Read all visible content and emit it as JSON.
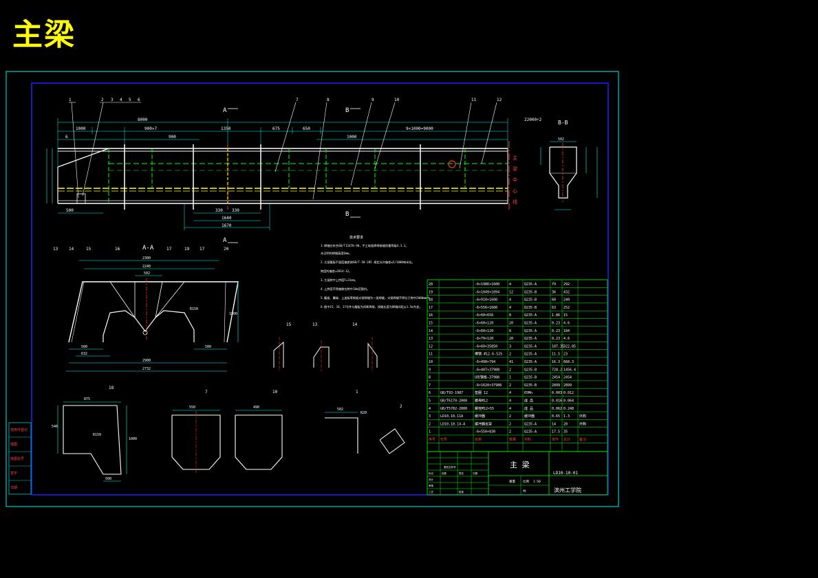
{
  "header": {
    "title": "主梁"
  },
  "colors": {
    "background": "#000000",
    "title": "#ffff00",
    "outer_frame": "#00cccc",
    "inner_frame": "#2020ff",
    "table_lines": "#00ff00",
    "geometry": "#ffffff",
    "dimension": "#00ffff",
    "centerline": "#ff3030",
    "hidden_line": "#00ff00",
    "yellow_line": "#ffff00"
  },
  "views": {
    "main_section_a": "A",
    "main_section_b": "B",
    "section_bb": "B-B",
    "section_aa": "A-A",
    "right_text": [
      "主",
      "梁",
      "中",
      "心",
      "线"
    ]
  },
  "dimensions": {
    "main_total": "8000",
    "main_1000": "1000",
    "main_900x7": "900×7",
    "main_1350": "1350",
    "main_675": "675",
    "main_650": "650",
    "main_9x1000": "9×1000=9000",
    "main_22000": "22000÷2",
    "main_900": "900",
    "main_1000b": "1000",
    "main_500": "500",
    "main_6": "6",
    "main_1640": "1640",
    "main_1670": "1670",
    "main_330a": "330",
    "main_330b": "330",
    "aa_2300": "2300",
    "aa_2240": "2240",
    "aa_502": "502",
    "aa_2900": "2900",
    "aa_2732": "2732",
    "aa_500a": "500",
    "aa_500b": "500",
    "aa_632": "632",
    "aa_1800": "1800",
    "aa_R150": "R150",
    "bb_502": "502",
    "d18_875": "875",
    "d18_R150": "R150",
    "d18_500": "500",
    "d18_546": "546",
    "d18_1000": "1000",
    "d7_550": "550",
    "d10_490": "490",
    "d1_502": "502",
    "d1_R20": "R20"
  },
  "part_labels": [
    "1",
    "2",
    "3",
    "4",
    "5",
    "6",
    "7",
    "8",
    "9",
    "10",
    "11",
    "12",
    "13",
    "14",
    "15",
    "16",
    "17",
    "18",
    "19",
    "20"
  ],
  "notes": {
    "title": "技术要求",
    "lines": [
      "1.焊缝应符合GB/T12470-90，手工电弧焊焊接缝质量等级4.3.2。",
      "  未注明的焊缝高度6mm。",
      "2.主梁腹板平面度偏差按GB/T-50-205 规定允许偏差≤5/1000每米长。",
      "  跨度的偏差±2014-12。",
      "3.主梁跨中上拱度F=31mm。",
      "4.上拱度不得偏移在跨中10m范围内。",
      "5.腹板、翼缘、上盖板等钢板对接焊缝为一类焊缝，对接焊缝不得位于跨中2000mm内。",
      "6.图中15、16、17号件与腹板为间断焊接，接缝长度为焊缝间距以1.5m为宜。"
    ]
  },
  "bom": {
    "headers": [
      "序号",
      "代号",
      "名称",
      "数量",
      "材料",
      "单件",
      "总计",
      "备注"
    ],
    "rows": [
      {
        "no": "20",
        "code": "",
        "name": "-6×1986×1600",
        "qty": "4",
        "mat": "Q235-A",
        "unit": "79",
        "total": "292",
        "note": ""
      },
      {
        "no": "19",
        "code": "",
        "name": "-6×1049×1094",
        "qty": "12",
        "mat": "Q235-B",
        "unit": "36",
        "total": "432",
        "note": ""
      },
      {
        "no": "18",
        "code": "",
        "name": "-6×910×1600",
        "qty": "4",
        "mat": "Q235-B",
        "unit": "60",
        "total": "240",
        "note": ""
      },
      {
        "no": "17",
        "code": "",
        "name": "-6×556×1600",
        "qty": "4",
        "mat": "Q235-B",
        "unit": "63",
        "total": "252",
        "note": ""
      },
      {
        "no": "16",
        "code": "",
        "name": "-6×60×656",
        "qty": "8",
        "mat": "Q235-A",
        "unit": "1.86",
        "total": "15",
        "note": ""
      },
      {
        "no": "15",
        "code": "",
        "name": "-6×60×120",
        "qty": "20",
        "mat": "Q235-A",
        "unit": "0.23",
        "total": "4.6",
        "note": ""
      },
      {
        "no": "14",
        "code": "",
        "name": "-6×60×120",
        "qty": "8",
        "mat": "Q235-A",
        "unit": "0.23",
        "total": "184",
        "note": ""
      },
      {
        "no": "13",
        "code": "",
        "name": "-6×79×120",
        "qty": "20",
        "mat": "Q235-A",
        "unit": "0.23",
        "total": "4.6",
        "note": ""
      },
      {
        "no": "12",
        "code": "",
        "name": "-6×60×35850",
        "qty": "3",
        "mat": "Q235-A",
        "unit": "107.35",
        "total": "322.05",
        "note": ""
      },
      {
        "no": "11",
        "code": "",
        "name": "槽钢 #12.6-525",
        "qty": "2",
        "mat": "Q235-A",
        "unit": "11.5",
        "total": "23",
        "note": ""
      },
      {
        "no": "10",
        "code": "",
        "name": "-6×490×794",
        "qty": "41",
        "mat": "Q235-A",
        "unit": "16.3",
        "total": "668.3",
        "note": ""
      },
      {
        "no": "9",
        "code": "",
        "name": "-6×407×37988",
        "qty": "2",
        "mat": "Q235-B",
        "unit": "728.2",
        "total": "1456.4",
        "note": ""
      },
      {
        "no": "8",
        "code": "",
        "name": "U形钢板—37988",
        "qty": "1",
        "mat": "Q235-B",
        "unit": "2454",
        "total": "2454",
        "note": ""
      },
      {
        "no": "7",
        "code": "",
        "name": "-6×1620×37988",
        "qty": "2",
        "mat": "Q235-B",
        "unit": "2899",
        "total": "2899",
        "note": ""
      },
      {
        "no": "6",
        "code": "GB/T93-1987",
        "name": "垫圈 12",
        "qty": "4",
        "mat": "65Mn",
        "unit": "0.003",
        "total": "0.012",
        "note": ""
      },
      {
        "no": "5",
        "code": "GB/T6170-2000",
        "name": "螺母M12",
        "qty": "4",
        "mat": "成 品",
        "unit": "0.016",
        "total": "0.064",
        "note": ""
      },
      {
        "no": "4",
        "code": "GB/T5782-2000",
        "name": "螺栓M12×55",
        "qty": "4",
        "mat": "成 品",
        "unit": "0.062",
        "total": "0.248",
        "note": ""
      },
      {
        "no": "3",
        "code": "LD10.10.11A",
        "name": "缓冲器",
        "qty": "2",
        "mat": "缓冲器",
        "unit": "0.65",
        "total": "1.3",
        "note": "外购"
      },
      {
        "no": "2",
        "code": "LD10.10.14-A",
        "name": "缓冲器支架",
        "qty": "2",
        "mat": "Q235-A",
        "unit": "14",
        "total": "28",
        "note": "外购"
      },
      {
        "no": "1",
        "code": "",
        "name": "-6×550×830",
        "qty": "2",
        "mat": "Q235-A",
        "unit": "17.5",
        "total": "35",
        "note": ""
      }
    ]
  },
  "title_block": {
    "drawing_name": "主  梁",
    "drawing_number": "LD10-10-01",
    "school": "滨州工学院",
    "scale_label": "比例",
    "scale": "1:50",
    "sheet_label": "共",
    "weight_label": "重量",
    "left_labels": [
      "标记",
      "处数",
      "更改文件号",
      "签名",
      "日期"
    ],
    "roles": [
      "设计",
      "审核",
      "工艺",
      "批准"
    ]
  },
  "left_margin": {
    "labels": [
      "借用件登记",
      "描图",
      "底图总号",
      "签字",
      "日期"
    ]
  }
}
